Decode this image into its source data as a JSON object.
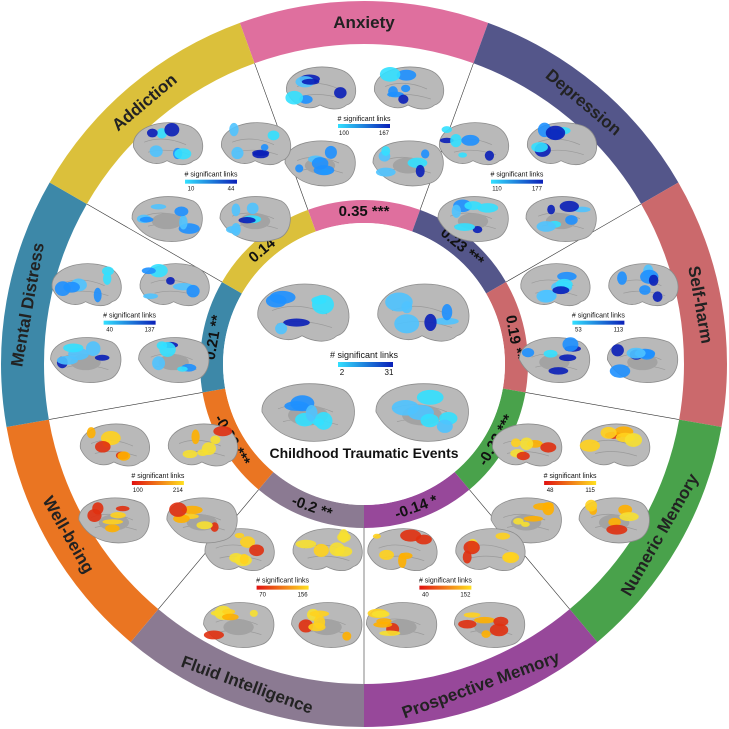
{
  "center": {
    "title": "Childhood Traumatic Events",
    "legend_title": "# significant links",
    "legend_min": "2",
    "legend_max": "31",
    "palette": "cool"
  },
  "colors": {
    "cool_low": "#33e0ff",
    "cool_high": "#0a1fb8",
    "warm_low": "#e01010",
    "warm_high": "#ffe020",
    "brain": "#b9b9b9",
    "brain_edge": "#8c8c8c"
  },
  "segments": [
    {
      "id": "anxiety",
      "label": "Anxiety",
      "color": "#df6f9e",
      "correlation": "0.35 ***",
      "legend_title": "# significant links",
      "legend_min": "100",
      "legend_max": "167",
      "palette": "cool"
    },
    {
      "id": "depression",
      "label": "Depression",
      "color": "#54568a",
      "correlation": "0.23 ***",
      "legend_title": "# significant links",
      "legend_min": "110",
      "legend_max": "177",
      "palette": "cool"
    },
    {
      "id": "self-harm",
      "label": "Self-harm",
      "color": "#cb696c",
      "correlation": "0.19 **",
      "legend_title": "# significant links",
      "legend_min": "53",
      "legend_max": "113",
      "palette": "cool"
    },
    {
      "id": "numeric-memory",
      "label": "Numeric Memory",
      "color": "#49a24b",
      "correlation": "-0.23 ***",
      "legend_title": "# significant links",
      "legend_min": "48",
      "legend_max": "115",
      "palette": "warm"
    },
    {
      "id": "prospective-memory",
      "label": "Prospective Memory",
      "color": "#97489a",
      "correlation": "-0.14 *",
      "legend_title": "# significant links",
      "legend_min": "40",
      "legend_max": "152",
      "palette": "warm"
    },
    {
      "id": "fluid-intelligence",
      "label": "Fluid Intelligence",
      "color": "#8b7a92",
      "correlation": "-0.2 **",
      "legend_title": "# significant links",
      "legend_min": "70",
      "legend_max": "156",
      "palette": "warm"
    },
    {
      "id": "well-being",
      "label": "Well-being",
      "color": "#ea7522",
      "correlation": "-0.30 ***",
      "legend_title": "# significant links",
      "legend_min": "100",
      "legend_max": "214",
      "palette": "warm"
    },
    {
      "id": "mental-distress",
      "label": "Mental Distress",
      "color": "#3d88a8",
      "correlation": "0.21 **",
      "legend_title": "# significant links",
      "legend_min": "40",
      "legend_max": "137",
      "palette": "cool"
    },
    {
      "id": "addiction",
      "label": "Addiction",
      "color": "#dbc03b",
      "correlation": "0.14 *",
      "legend_title": "# significant links",
      "legend_min": "10",
      "legend_max": "44",
      "palette": "cool"
    }
  ]
}
